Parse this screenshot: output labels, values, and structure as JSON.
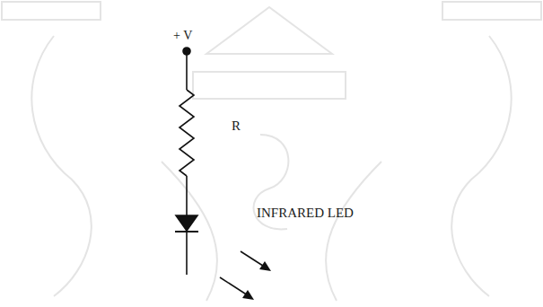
{
  "diagram": {
    "labels": [
      "+ V",
      "R",
      "INFRARED LED"
    ]
  }
}
